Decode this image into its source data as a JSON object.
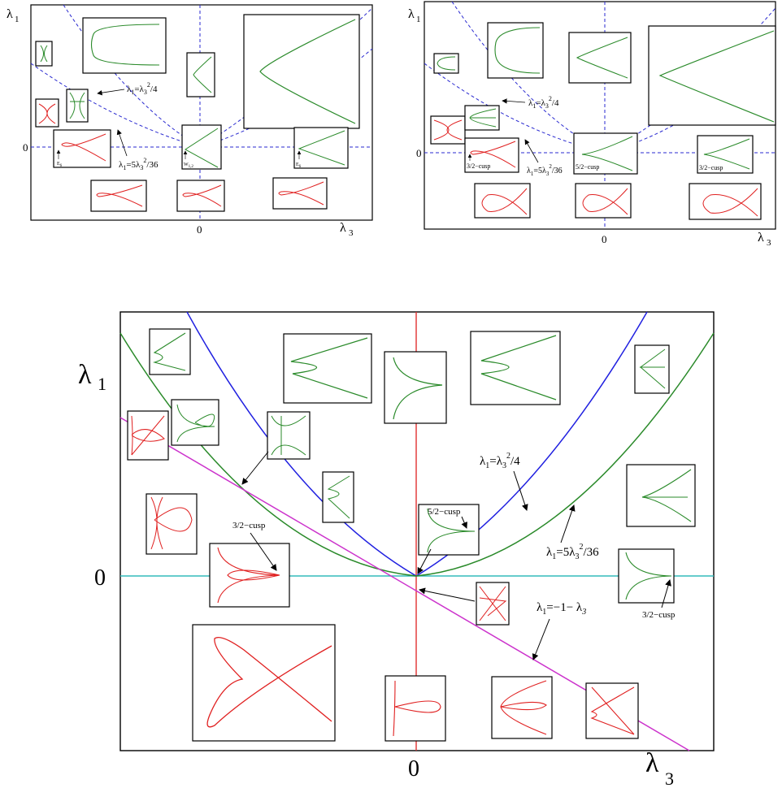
{
  "colors": {
    "green": "#2a8a2a",
    "red": "#e02020",
    "blue": "#2020e0",
    "dashed_blue": "#2a2ad0",
    "magenta": "#cc33cc",
    "cyan": "#33bbbb",
    "vertical_red": "#e03030"
  },
  "panel_top_left": {
    "y_axis_label": "λ",
    "y_axis_sub": "1",
    "x_axis_label": "λ",
    "x_axis_sub": "3",
    "y_zero": "0",
    "x_zero": "0",
    "curve_label_1": "λ",
    "curve_label_1_rest": "=λ",
    "curve_label_1_tail": "/4",
    "curve_label_2": "λ",
    "curve_label_2_rest": "=5λ",
    "curve_label_2_tail": "/36",
    "sub1": "1",
    "sub3": "3",
    "sup2": "2",
    "tag_e6_left": "E",
    "tag_e6_left_sub": "6",
    "tag_w": "W",
    "tag_w_sub": "1,2",
    "tag_e6_right": "E",
    "tag_e6_right_sub": "6"
  },
  "panel_top_right": {
    "y_axis_label": "λ",
    "y_axis_sub": "1",
    "x_axis_label": "λ",
    "x_axis_sub": "3",
    "y_zero": "0",
    "x_zero": "0",
    "curve_label_1": "λ",
    "curve_label_1_rest": "=λ",
    "curve_label_1_tail": "/4",
    "curve_label_2": "λ",
    "curve_label_2_rest": "=5λ",
    "curve_label_2_tail": "/36",
    "sub1": "1",
    "sub3": "3",
    "sup2": "2",
    "cusp_left": "3/2−cusp",
    "cusp_mid": "5/2−cusp",
    "cusp_right": "3/2−cusp"
  },
  "panel_bottom": {
    "y_axis_label": "λ",
    "y_axis_sub": "1",
    "x_axis_label": "λ",
    "x_axis_sub": "3",
    "y_zero": "0",
    "x_zero": "0",
    "label_blue": "λ",
    "label_blue_rest": "=λ",
    "label_blue_tail": "/4",
    "label_green": "λ",
    "label_green_rest": "=5λ",
    "label_green_tail": "/36",
    "label_magenta": "λ",
    "label_magenta_rest": "=−1− λ",
    "sub1": "1",
    "sub3": "3",
    "sup2": "2",
    "cusp_52": "5/2−cusp",
    "cusp_32_left": "3/2−cusp",
    "cusp_32_right": "3/2−cusp"
  }
}
